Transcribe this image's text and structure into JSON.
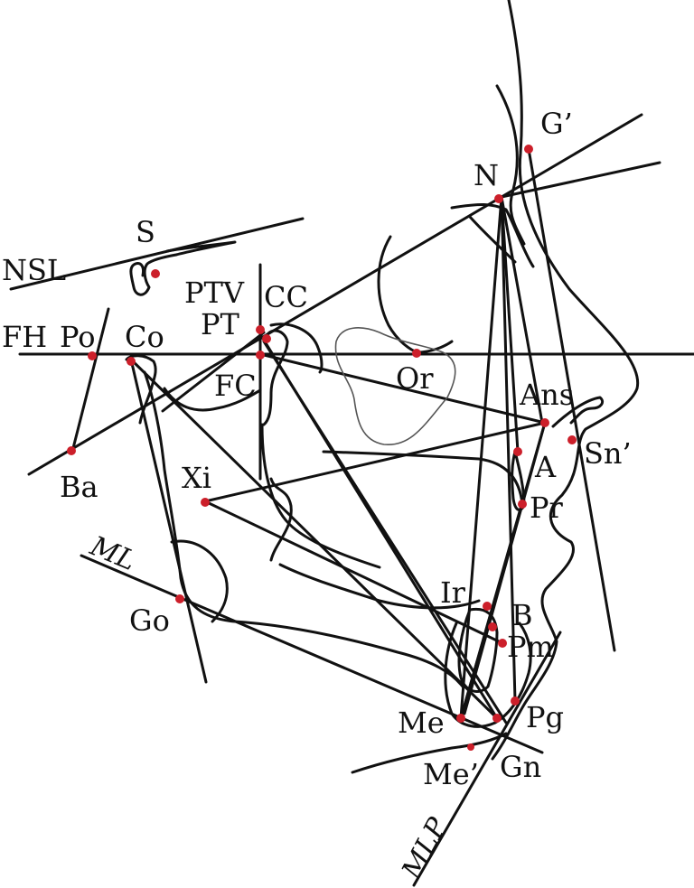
{
  "colors": {
    "line": "#111111",
    "point": "#cc1f2a",
    "soft_outline": "#555555"
  },
  "labels": {
    "G": "G’",
    "N": "N",
    "S": "S",
    "NSL": "NSL",
    "PTV": "PTV",
    "CC": "CC",
    "PT": "PT",
    "FH": "FH",
    "Po": "Po",
    "Co": "Co",
    "FC": "FC",
    "Or": "Or",
    "Ans": "Ans",
    "A": "A",
    "Sn": "Sn’",
    "Ba": "Ba",
    "Xi": "Xi",
    "Pr": "Pr",
    "ML": "ML",
    "Go": "Go",
    "Ir": "Ir",
    "B": "B",
    "Pm": "Pm",
    "Me": "Me",
    "Pg": "Pg",
    "Gn": "Gn",
    "Me2": "Me’",
    "MLP": "MLP"
  }
}
